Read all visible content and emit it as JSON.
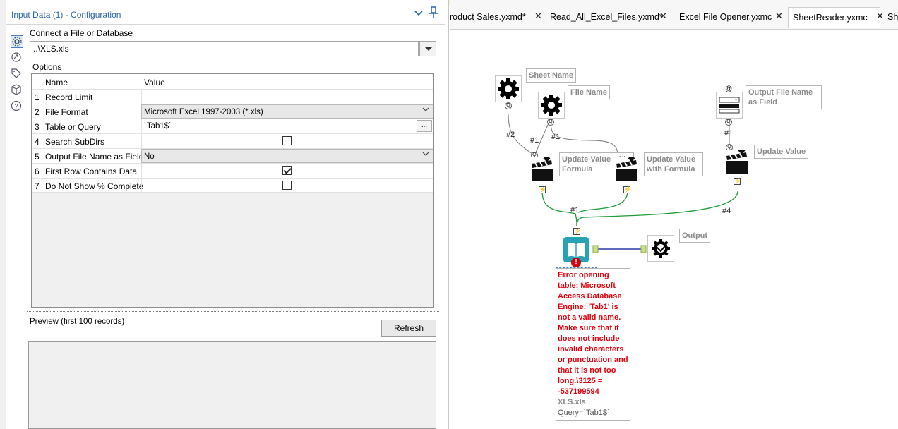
{
  "config": {
    "title": "Input Data (1) - Configuration",
    "connect_label": "Connect a File or Database",
    "file_value": "..\\XLS.xls",
    "options_label": "Options",
    "grid": {
      "col_name": "Name",
      "col_value": "Value",
      "rows": [
        {
          "num": "1",
          "name": "Record Limit",
          "value": ""
        },
        {
          "num": "2",
          "name": "File Format",
          "value": "Microsoft Excel 1997-2003 (*.xls)"
        },
        {
          "num": "3",
          "name": "Table or Query",
          "value": "`Tab1$`",
          "button": "..."
        },
        {
          "num": "4",
          "name": "Search SubDirs",
          "checked": false
        },
        {
          "num": "5",
          "name": "Output File Name as Field",
          "value": "No"
        },
        {
          "num": "6",
          "name": "First Row Contains Data",
          "checked": true
        },
        {
          "num": "7",
          "name": "Do Not Show % Complete",
          "checked": false
        }
      ]
    },
    "preview_label": "Preview (first 100 records)",
    "refresh_label": "Refresh"
  },
  "tabs": [
    {
      "label": "roduct Sales.yxmd*",
      "close": "✕"
    },
    {
      "label": "Read_All_Excel_Files.yxmd*",
      "close": "✕"
    },
    {
      "label": "Excel File Opener.yxmc",
      "close": "✕"
    },
    {
      "label": "SheetReader.yxmc",
      "close": "✕",
      "active": true
    },
    {
      "label": "Sh",
      "close": ""
    }
  ],
  "workflow": {
    "labels": {
      "sheet_name": "Sheet Name",
      "file_name": "File Name",
      "output_file_name": "Output File Name as Field",
      "update_formula_1": "Update Value with Formula",
      "update_formula_2": "Update Value with Formula",
      "update_value": "Update Value",
      "output": "Output"
    },
    "connection_tags": {
      "c2": "#2",
      "c1a": "#1",
      "c1b": "#1",
      "c1c": "#1",
      "c1d": "#1",
      "c4": "#4"
    },
    "error": {
      "message": "Error opening table: Microsoft Access Database Engine: 'Tab1' is not a valid name. Make sure that it does not include invalid characters or punctuation and that it is not too long.\\3125 = -537199594",
      "file": "XLS.xls",
      "query": "Query=`Tab1$`"
    }
  },
  "colors": {
    "accent_blue": "#2b66a8",
    "error_red": "#e8000b",
    "green_connector": "#1e9c3a",
    "teal_input": "#27a3b5"
  }
}
